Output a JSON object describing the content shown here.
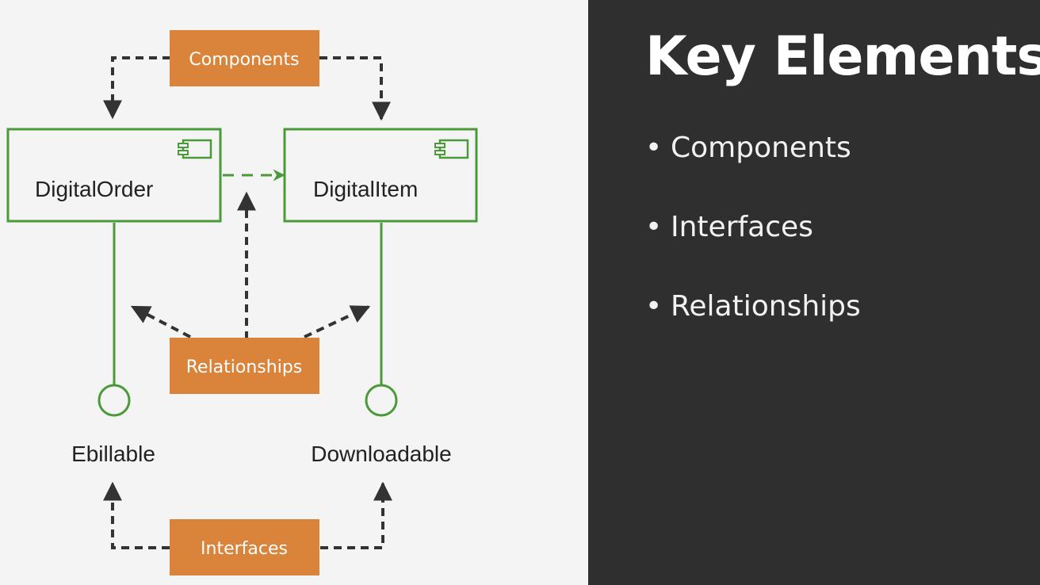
{
  "diagram": {
    "components": [
      {
        "id": "digital-order",
        "name": "DigitalOrder"
      },
      {
        "id": "digital-item",
        "name": "DigitalItem"
      }
    ],
    "interfaces": [
      {
        "id": "ebillable",
        "name": "Ebillable"
      },
      {
        "id": "downloadable",
        "name": "Downloadable"
      }
    ],
    "callouts": {
      "components": "Components",
      "relationships": "Relationships",
      "interfaces": "Interfaces"
    },
    "colors": {
      "component_stroke": "#4a9a3a",
      "callout_fill": "#d9843a",
      "callout_text": "#ffffff",
      "pointer_arrows": "#333333",
      "background": "#f4f4f4"
    }
  },
  "slide": {
    "title": "Key Elements",
    "bullets": [
      "Components",
      "Interfaces",
      "Relationships"
    ],
    "background": "#2f2f30"
  }
}
